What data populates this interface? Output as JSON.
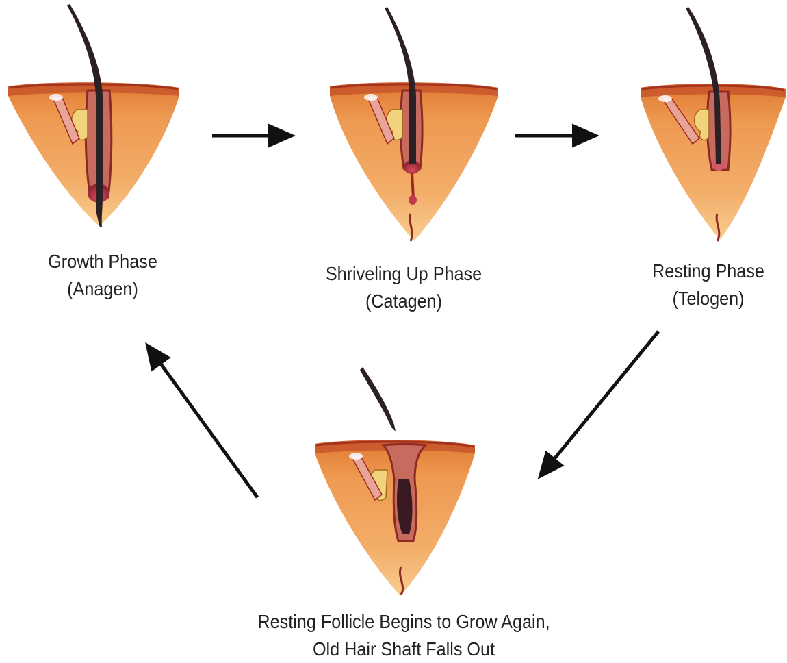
{
  "colors": {
    "skin_top": "#e8853a",
    "skin_body": "#f2a45e",
    "skin_tip": "#f8c383",
    "epidermis": "#b53a2a",
    "follicle_wall": "#9c2a1e",
    "hair": "#2b2024",
    "bulb": "#c0394f",
    "arrow": "#111111"
  },
  "phases": [
    {
      "name": "Growth Phase",
      "term": "(Anagen)"
    },
    {
      "name": "Shriveling Up Phase",
      "term": "(Catagen)"
    },
    {
      "name": "Resting Phase",
      "term": "(Telogen)"
    },
    {
      "name": "Resting Follicle Begins to Grow Again,",
      "term": "Old Hair Shaft Falls Out"
    }
  ]
}
